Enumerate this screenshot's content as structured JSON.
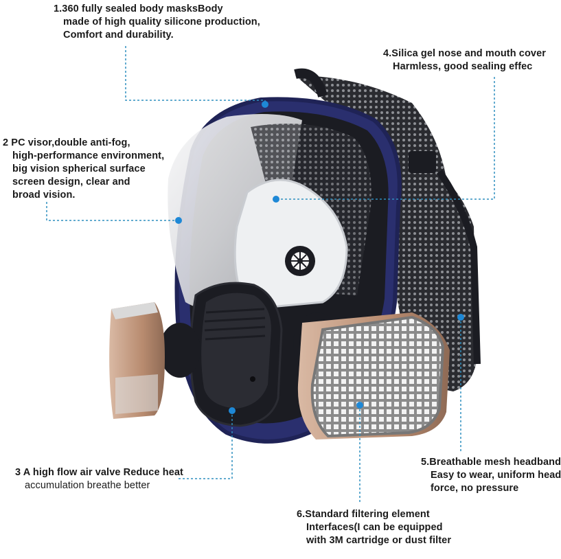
{
  "colors": {
    "leader_line": "#2f8fbf",
    "dot": "#1e88d6",
    "frame": "#2a2f6e",
    "rubber": "#1b1c22",
    "silicone": "#eef0f2",
    "filter_tan": "#c8a58d",
    "filter_grey": "#8f8f8f"
  },
  "callouts": [
    {
      "id": "body",
      "lines": [
        "1.360 fully sealed body masksBody",
        "made of high quality silicone production,",
        "Comfort and durability."
      ]
    },
    {
      "id": "visor",
      "lines": [
        "2 PC visor,double anti-fog,",
        "high-performance environment,",
        "big vision spherical surface",
        "screen design, clear and",
        "broad vision."
      ]
    },
    {
      "id": "valve",
      "lines": [
        "3 A high flow air valve Reduce heat",
        "accumulation breathe better"
      ]
    },
    {
      "id": "nose",
      "lines": [
        "4.Silica gel nose and mouth cover",
        "Harmless, good sealing effec"
      ]
    },
    {
      "id": "mesh",
      "lines": [
        "5.Breathable mesh headband",
        "Easy to wear, uniform head",
        "force, no pressure"
      ]
    },
    {
      "id": "filter",
      "lines": [
        "6.Standard filtering element",
        "Interfaces(I can be equipped",
        "with 3M cartridge or dust filter"
      ]
    }
  ],
  "icons": {
    "mask": "full-face-respirator-mask-illustration"
  }
}
